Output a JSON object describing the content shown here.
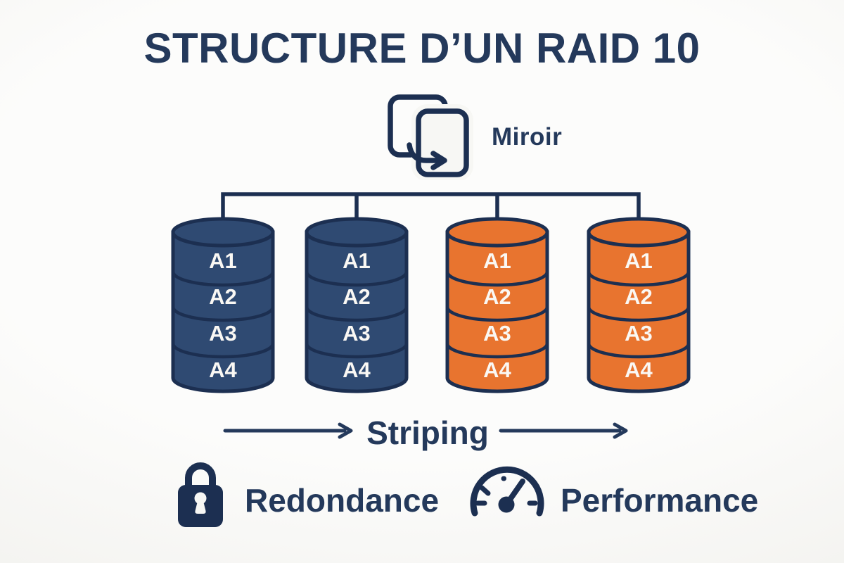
{
  "title": "STRUCTURE D’UN RAID 10",
  "mirror": {
    "icon": "mirror-copy-icon",
    "label": "Miroir"
  },
  "disks": [
    {
      "name": "disk-1",
      "color_key": "navy",
      "blocks": [
        "A1",
        "A2",
        "A3",
        "A4"
      ]
    },
    {
      "name": "disk-2",
      "color_key": "navy",
      "blocks": [
        "A1",
        "A2",
        "A3",
        "A4"
      ]
    },
    {
      "name": "disk-3",
      "color_key": "orange",
      "blocks": [
        "A1",
        "A2",
        "A3",
        "A4"
      ]
    },
    {
      "name": "disk-4",
      "color_key": "orange",
      "blocks": [
        "A1",
        "A2",
        "A3",
        "A4"
      ]
    }
  ],
  "striping": {
    "label": "Striping"
  },
  "features": [
    {
      "icon": "lock-icon",
      "label": "Redondance"
    },
    {
      "icon": "gauge-icon",
      "label": "Performance"
    }
  ],
  "colors": {
    "navy_fill": "#2F4A72",
    "orange_fill": "#E8742F",
    "outline": "#1C2F51",
    "text": "#24395B",
    "background": "#F7F7F4",
    "block_text": "#FAF8F4"
  }
}
